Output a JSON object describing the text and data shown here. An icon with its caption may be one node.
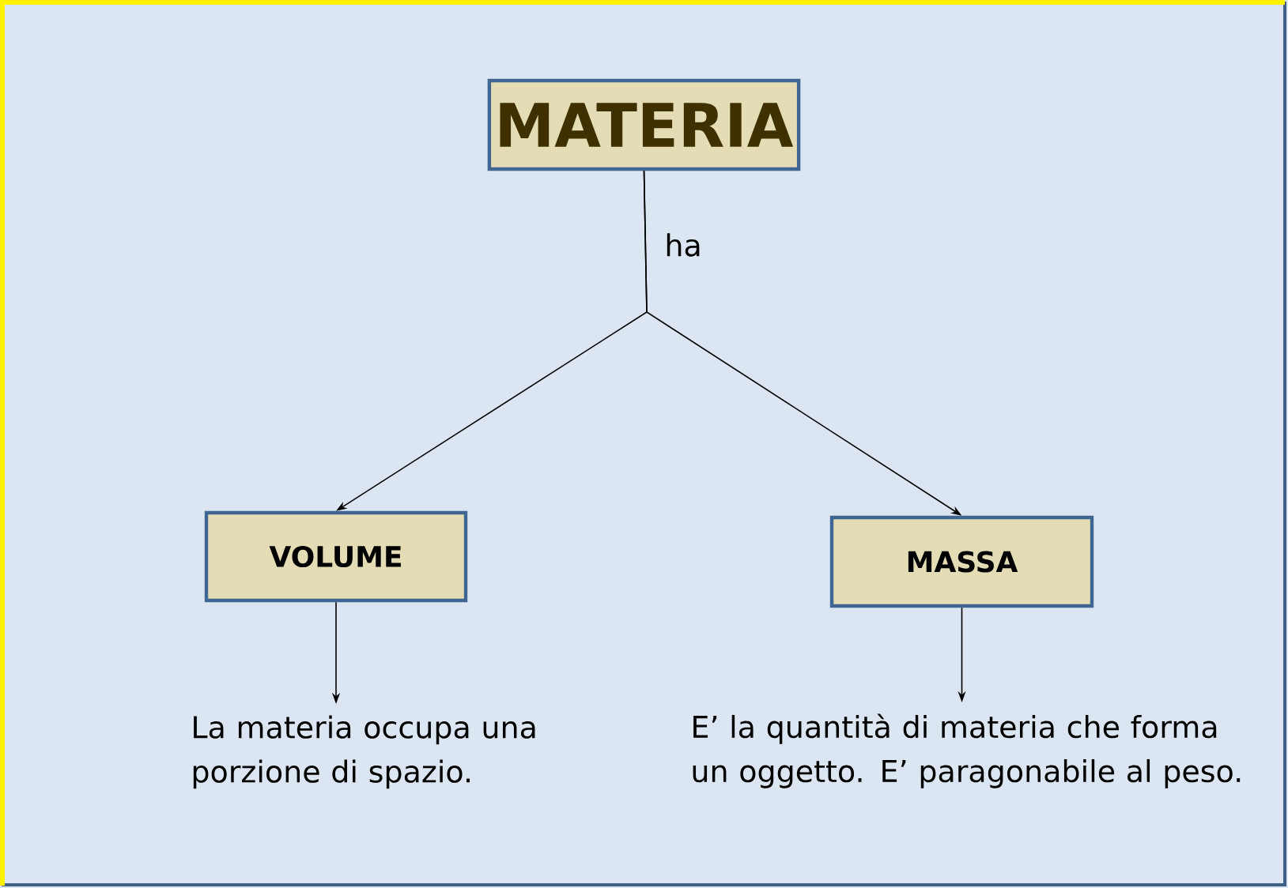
{
  "diagram": {
    "nodes": [
      {
        "text": [
          "MATERIA"
        ]
      },
      {
        "text": [
          "VOLUME"
        ]
      },
      {
        "text": [
          "MASSA"
        ]
      },
      {
        "text": [
          "La materia occupa una porzione di spazio."
        ]
      },
      {
        "text": [
          "E’ la quantità di materia che forma un oggetto. E’ paragonabile al peso."
        ]
      }
    ],
    "edges": [
      {
        "from": 0,
        "to": 1,
        "arrow": "to",
        "label": "ha"
      },
      {
        "from": 0,
        "to": 2,
        "arrow": "to"
      },
      {
        "from": 1,
        "to": 3,
        "arrow": "to"
      },
      {
        "from": 2,
        "to": 4,
        "arrow": "to"
      }
    ]
  }
}
